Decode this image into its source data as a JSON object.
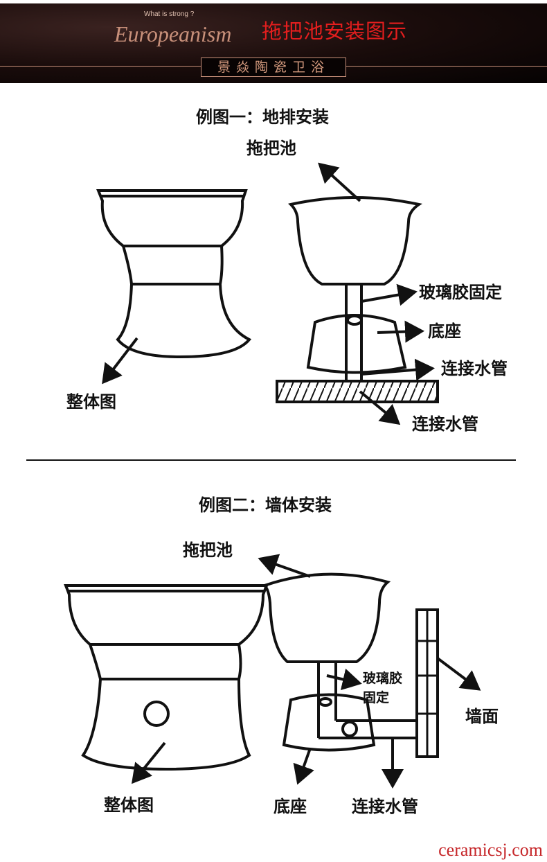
{
  "header": {
    "brand": "Europeanism",
    "tagline": "What is strong ?",
    "title": "拖把池安装图示",
    "company": "景焱陶瓷卫浴"
  },
  "figure1": {
    "title": "例图一：地排安装",
    "labels": {
      "basin": "拖把池",
      "glue": "玻璃胶固定",
      "base": "底座",
      "pipe1": "连接水管",
      "pipe2": "连接水管",
      "whole": "整体图"
    }
  },
  "figure2": {
    "title": "例图二：墙体安装",
    "labels": {
      "basin": "拖把池",
      "glue_line1": "玻璃胶",
      "glue_line2": "固定",
      "wall": "墙面",
      "whole": "整体图",
      "base": "底座",
      "pipe": "连接水管"
    }
  },
  "watermark": "ceramicsj.com"
}
